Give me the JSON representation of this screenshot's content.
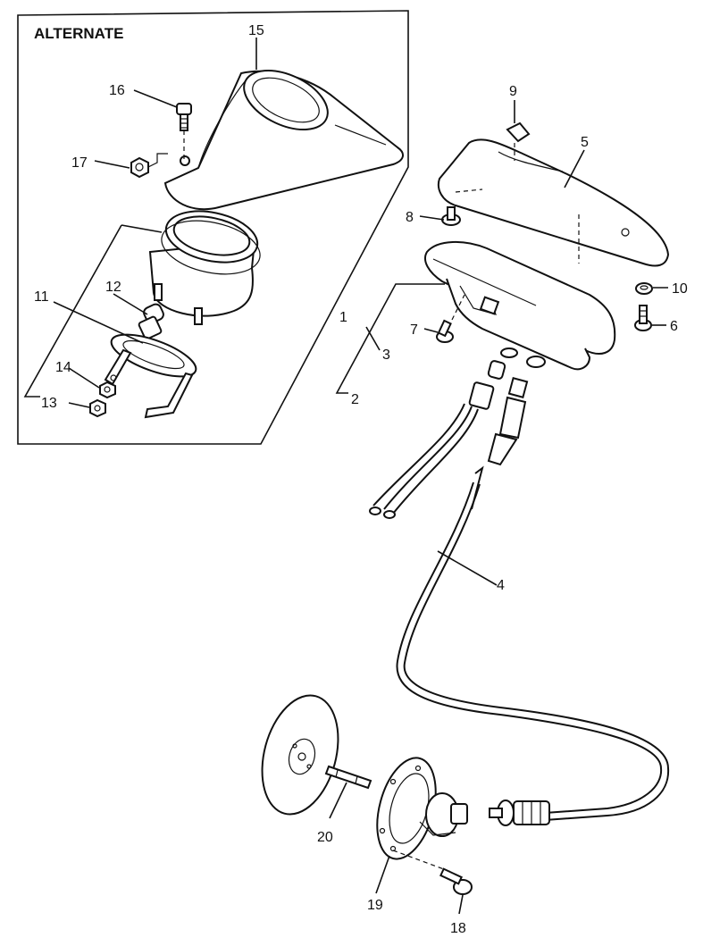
{
  "inset": {
    "title": "ALTERNATE"
  },
  "callouts": {
    "c1": "1",
    "c2": "2",
    "c3": "3",
    "c4": "4",
    "c5": "5",
    "c6": "6",
    "c7": "7",
    "c8": "8",
    "c9": "9",
    "c10": "10",
    "c11": "11",
    "c12": "12",
    "c13": "13",
    "c14": "14",
    "c15": "15",
    "c16": "16",
    "c17": "17",
    "c18": "18",
    "c19": "19",
    "c20": "20"
  }
}
